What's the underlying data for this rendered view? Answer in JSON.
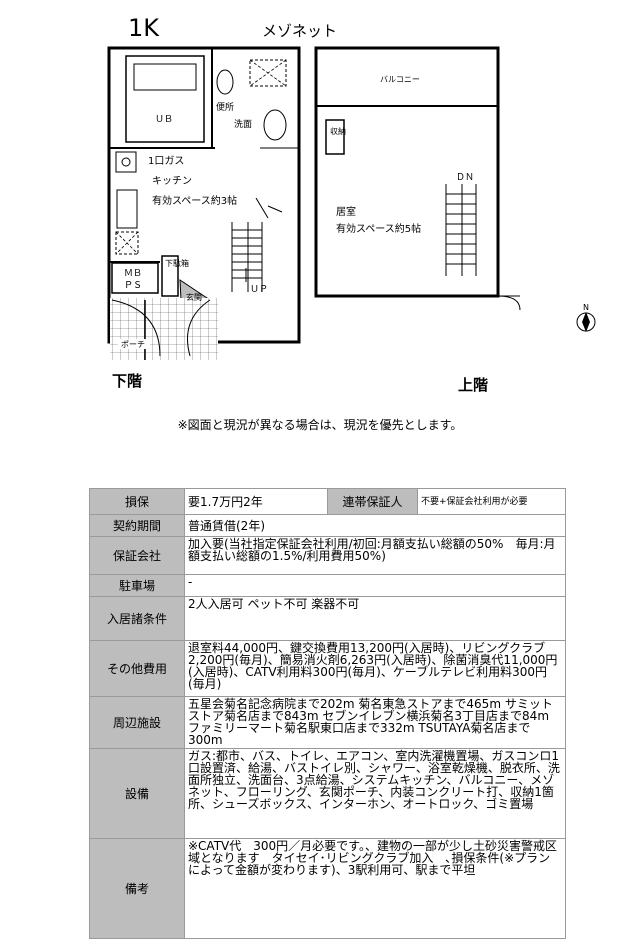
{
  "header": {
    "layout": "1K",
    "type": "メゾネット"
  },
  "plan": {
    "lower": {
      "label": "下階",
      "ub": "ＵＢ",
      "toilet": "便所",
      "washroom": "洗面",
      "kitchen_gas": "1口ガス",
      "kitchen": "キッチン",
      "kitchen_space": "有効スペース約3帖",
      "mb": "ＭＢ",
      "ps": "ＰＳ",
      "shoebox": "下駄箱",
      "entrance": "玄関",
      "porch": "ポーチ",
      "up": "ＵＰ"
    },
    "upper": {
      "label": "上階",
      "balcony": "バルコニー",
      "storage": "収納",
      "room": "居室",
      "room_space": "有効スペース約5帖",
      "dn": "ＤＮ"
    },
    "compass": "N"
  },
  "note": "※図面と現況が異なる場合は、現況を優先とします。",
  "table": {
    "row1": {
      "h1": "損保",
      "v1": "要1.7万円2年",
      "h2": "連帯保証人",
      "v2": "不要+保証会社利用が必要"
    },
    "row2": {
      "h": "契約期間",
      "v": "普通賃借(2年)"
    },
    "row3": {
      "h": "保証会社",
      "v": "加入要(当社指定保証会社利用/初回:月額支払い総額の50%　毎月:月額支払い総額の1.5%/利用費用50%)"
    },
    "row4": {
      "h": "駐車場",
      "v": "-"
    },
    "row5": {
      "h": "入居諸条件",
      "v": "2人入居可 ペット不可 楽器不可"
    },
    "row6": {
      "h": "その他費用",
      "v": "退室料44,000円、鍵交換費用13,200円(入居時)、リビングクラブ2,200円(毎月)、簡易消火剤6,263円(入居時)、除菌消臭代11,000円(入居時)、CATV利用料300円(毎月)、ケーブルテレビ利用料300円(毎月)"
    },
    "row7": {
      "h": "周辺施設",
      "v": "五星会菊名記念病院まで202m 菊名東急ストアまで465m サミットストア菊名店まで843m セブンイレブン横浜菊名3丁目店まで84m ファミリーマート菊名駅東口店まで332m TSUTAYA菊名店まで300m"
    },
    "row8": {
      "h": "設備",
      "v": "ガス:都市、バス、トイレ、エアコン、室内洗濯機置場、ガスコンロ1口設置済、給湯、バストイレ別、シャワー、浴室乾燥機、脱衣所、洗面所独立、洗面台、3点給湯、システムキッチン、バルコニー、メゾネット、フローリング、玄関ポーチ、内装コンクリート打、収納1箇所、シューズボックス、インターホン、オートロック、ゴミ置場"
    },
    "row9": {
      "h": "備考",
      "v": "※CATV代　300円／月必要です。、建物の一部が少し土砂災害警戒区域となります　タイセイ･リビングクラブ加入　､損保条件(※プランによって金額が変わります)、3駅利用可、駅まで平坦"
    }
  }
}
